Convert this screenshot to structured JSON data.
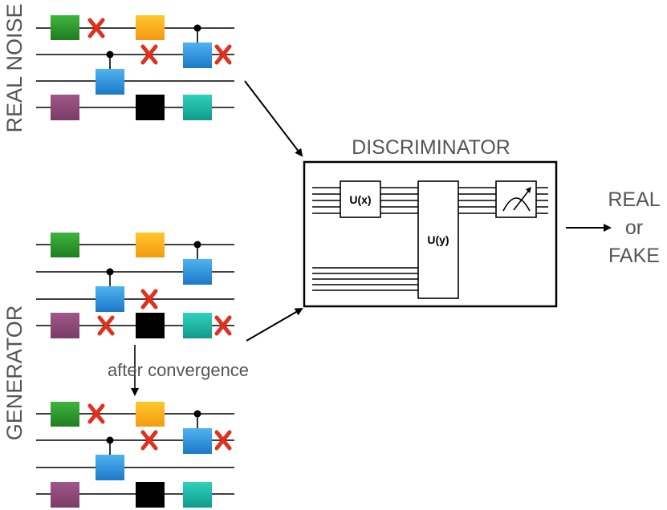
{
  "labels": {
    "real_noise": "REAL NOISE",
    "generator": "GENERATOR",
    "discriminator": "DISCRIMINATOR",
    "after_convergence": "after convergence",
    "out_real": "REAL",
    "out_or": "or",
    "out_fake": "FAKE",
    "ux": "U(x)",
    "uy": "U(y)"
  },
  "colors": {
    "green": "#2e9a2e",
    "orange": "#f5a623",
    "blue": "#2f8fdc",
    "purple": "#8e4a78",
    "black": "#000000",
    "teal": "#1fb5a5",
    "x_mark": "#e0301e",
    "wire": "#000000",
    "label_gray": "#555555"
  }
}
